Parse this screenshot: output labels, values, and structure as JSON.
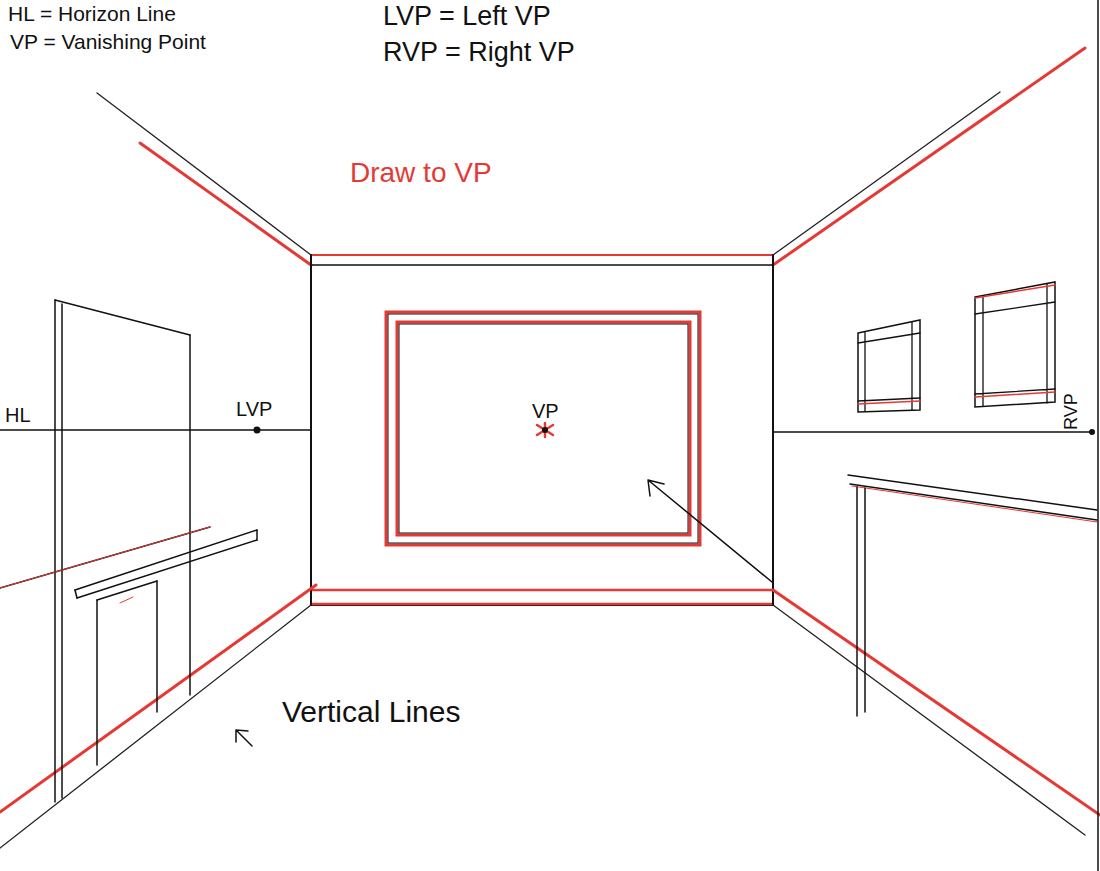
{
  "diagram": {
    "labels": [
      "HL = Horizon Line",
      "VP = Vanishing Point",
      "LVP = Left VP",
      "RVP = Right VP",
      "Draw to VP",
      "HL",
      "LVP",
      "VP",
      "RVP",
      "Vertical Lines"
    ]
  }
}
